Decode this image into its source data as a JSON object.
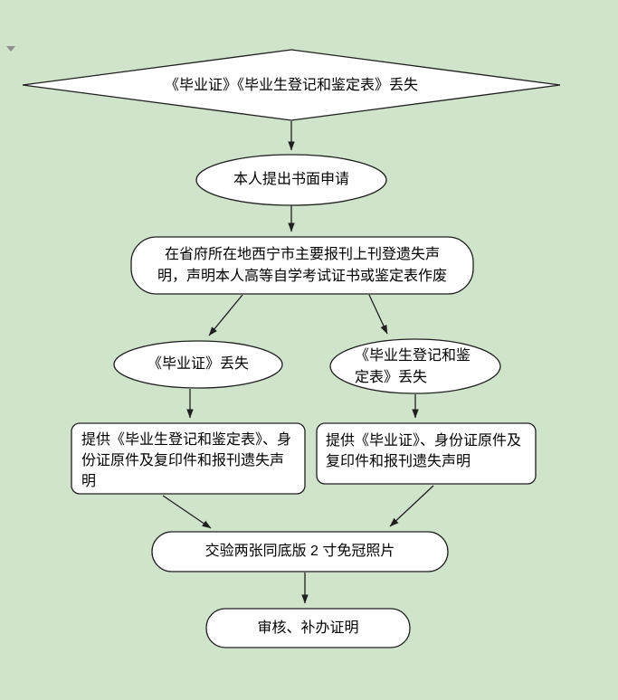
{
  "page": {
    "background_color": "#cfe4cb",
    "anchor_marker_color": "#8f8f8f"
  },
  "colors": {
    "shape_fill": "#ffffff",
    "shape_border": "#1f1f1f",
    "text": "#000000",
    "arrow": "#1f1f1f"
  },
  "flowchart": {
    "nodes": [
      {
        "id": "start",
        "shape": "diamond",
        "label": "《毕业证》《毕业生登记和鉴定表》丢失"
      },
      {
        "id": "apply",
        "shape": "ellipse",
        "label": "本人提出书面申请"
      },
      {
        "id": "announce",
        "shape": "rounded-rectangle",
        "label": "在省府所在地西宁市主要报刊上刊登遗失声\n明，声明本人高等自学考试证书或鉴定表作废"
      },
      {
        "id": "lost-certificate",
        "shape": "ellipse",
        "label": "《毕业证》丢失"
      },
      {
        "id": "lost-form",
        "shape": "ellipse",
        "label": "《毕业生登记和鉴\n定表》丢失"
      },
      {
        "id": "provide-form",
        "shape": "rectangle",
        "label": "提供《毕业生登记和鉴定表》、身\n份证原件及复印件和报刊遗失声\n明"
      },
      {
        "id": "provide-certificate",
        "shape": "rectangle",
        "label": "提供《毕业证》、身份证原件及\n复印件和报刊遗失声明"
      },
      {
        "id": "photos",
        "shape": "stadium",
        "label": "交验两张同底版 2 寸免冠照片"
      },
      {
        "id": "review",
        "shape": "stadium",
        "label": "审核、补办证明"
      }
    ],
    "connectors": [
      {
        "from": "start",
        "to": "apply"
      },
      {
        "from": "apply",
        "to": "announce"
      },
      {
        "from": "announce",
        "to": "lost-certificate"
      },
      {
        "from": "announce",
        "to": "lost-form"
      },
      {
        "from": "lost-certificate",
        "to": "provide-form"
      },
      {
        "from": "lost-form",
        "to": "provide-certificate"
      },
      {
        "from": "provide-form",
        "to": "photos"
      },
      {
        "from": "provide-certificate",
        "to": "photos"
      },
      {
        "from": "photos",
        "to": "review"
      }
    ]
  }
}
